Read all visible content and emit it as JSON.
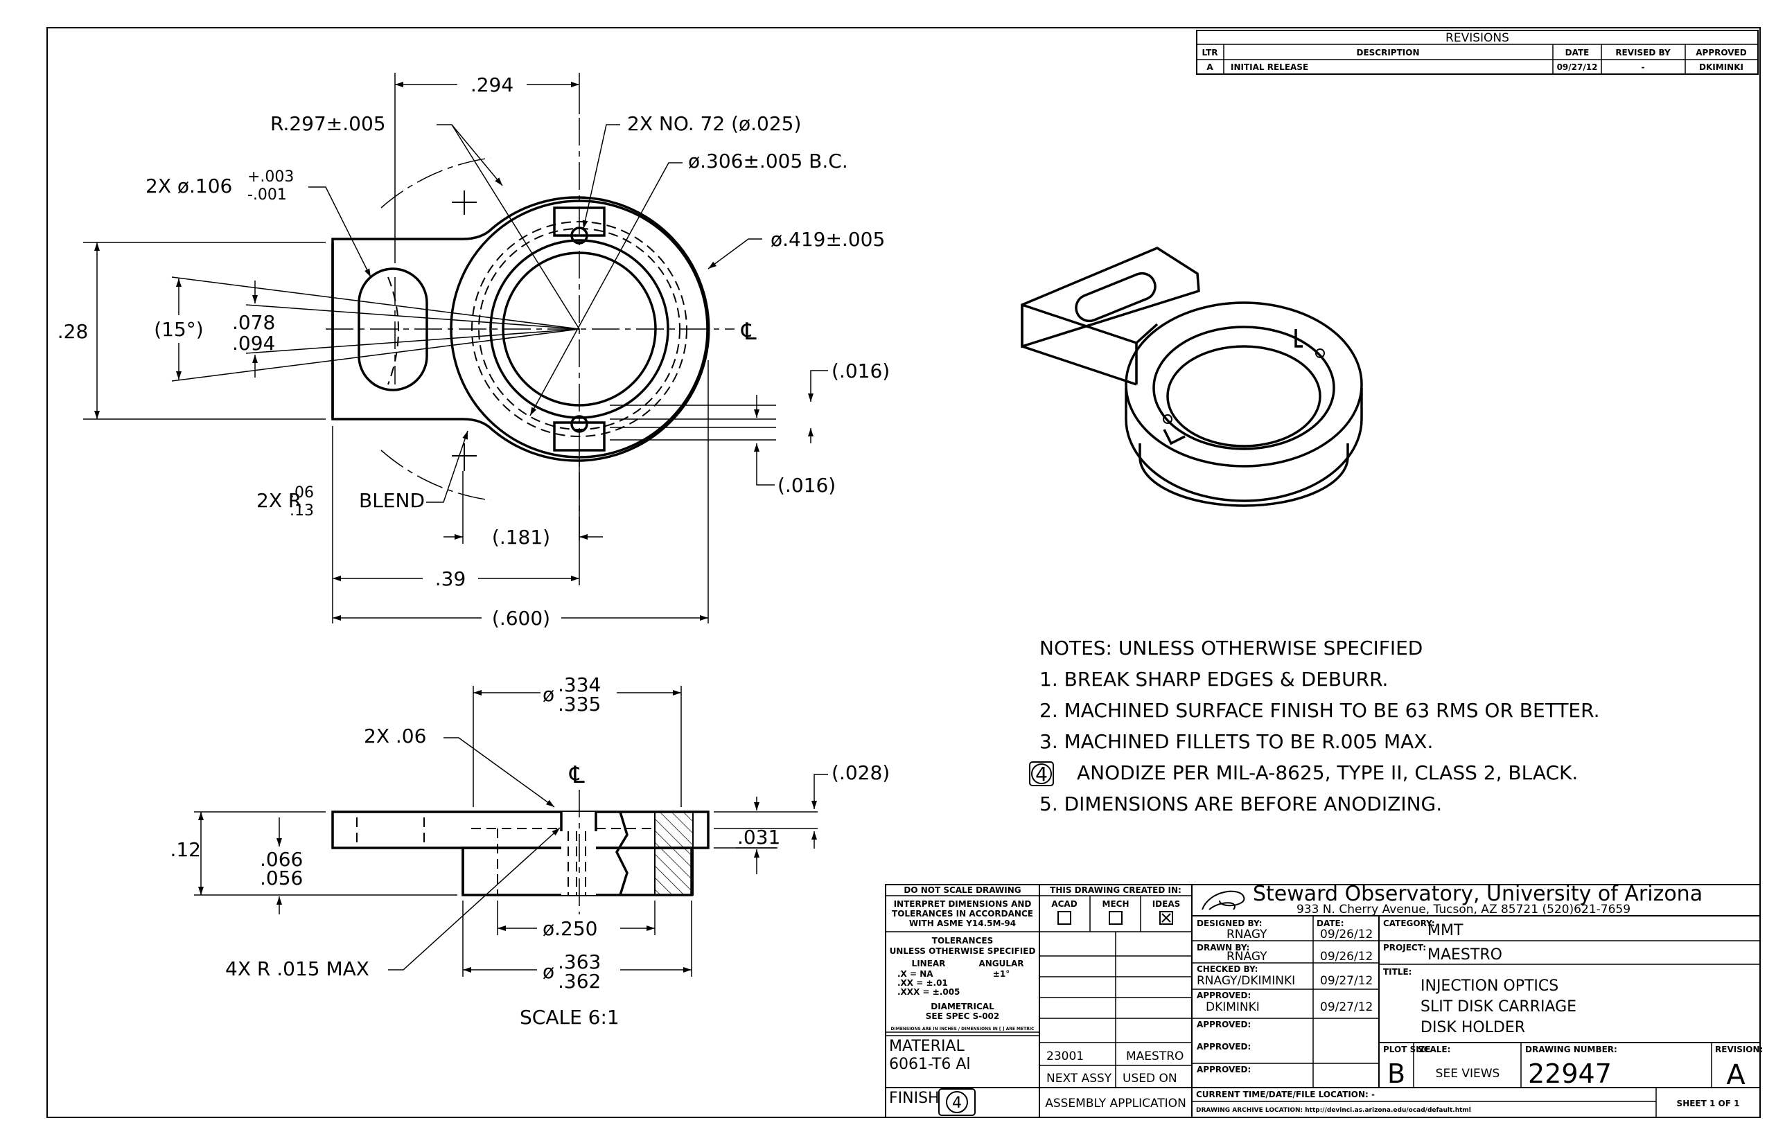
{
  "revisions": {
    "title": "REVISIONS",
    "headers": [
      "LTR",
      "DESCRIPTION",
      "DATE",
      "REVISED BY",
      "APPROVED"
    ],
    "rows": [
      [
        "A",
        "INITIAL RELEASE",
        "09/27/12",
        "-",
        "DKIMINKI"
      ]
    ]
  },
  "top_view": {
    "dims": {
      "d294": ".294",
      "r297": "R.297±.005",
      "no72": "2X NO. 72 (ø.025)",
      "dia106_prefix": "2X ø.106",
      "dia106_upper": "+.003",
      "dia106_lower": "-.001",
      "bc306": "ø.306±.005 B.C.",
      "dia419": "ø.419±.005",
      "d28": ".28",
      "ang15": "(15°)",
      "d078": ".078",
      "d094": ".094",
      "cl": "℄",
      "d016a": "(.016)",
      "d016b": "(.016)",
      "blend_prefix": "2X R",
      "blend_upper": ".06",
      "blend_lower": ".13",
      "blend_suffix": "BLEND",
      "d181": "(.181)",
      "d39": ".39",
      "d600": "(.600)"
    }
  },
  "side_view": {
    "dims": {
      "dia334_prefix": "ø",
      "dia334": ".334",
      "dia335": ".335",
      "d06": "2X .06",
      "cl": "℄",
      "d028": "(.028)",
      "d12": ".12",
      "d066": ".066",
      "d056": ".056",
      "d031": ".031",
      "dia250": "ø.250",
      "r015": "4X R .015 MAX",
      "dia363_prefix": "ø",
      "dia363": ".363",
      "dia362": ".362"
    },
    "scale": "SCALE 6:1"
  },
  "notes": {
    "header": "NOTES: UNLESS OTHERWISE SPECIFIED",
    "items": [
      "1. BREAK SHARP EDGES & DEBURR.",
      "2. MACHINED SURFACE FINISH TO BE 63 RMS OR BETTER.",
      "3. MACHINED FILLETS TO BE R.005 MAX.",
      "ANODIZE PER MIL-A-8625, TYPE II, CLASS 2, BLACK.",
      "5. DIMENSIONS ARE BEFORE ANODIZING."
    ],
    "flag_number": "4"
  },
  "title_block": {
    "do_not_scale": "DO NOT SCALE DRAWING",
    "interpret": [
      "INTERPRET DIMENSIONS AND",
      "TOLERANCES IN ACCORDANCE",
      "WITH ASME Y14.5M-94"
    ],
    "tolerances_title": "TOLERANCES",
    "unless": "UNLESS OTHERWISE SPECIFIED",
    "linear": "LINEAR",
    "angular": "ANGULAR",
    "tol_x": ".X   = NA",
    "tol_xx": ".XX  = ±.01",
    "tol_xxx": ".XXX = ±.005",
    "tol_ang": "±1°",
    "diametrical": "DIAMETRICAL",
    "see_spec": "SEE SPEC S-002",
    "units_note": "DIMENSIONS ARE IN INCHES / DIMENSIONS IN [ ] ARE METRIC",
    "material_label": "MATERIAL",
    "material": "6061-T6 Al",
    "finish_label": "FINISH",
    "finish_flag": "4",
    "created_in": "THIS DRAWING CREATED IN:",
    "cad": [
      "ACAD",
      "MECH",
      "IDEAS"
    ],
    "cad_checked": "IDEAS",
    "next_assy_val": "23001",
    "used_on_val": "MAESTRO",
    "next_assy": "NEXT ASSY",
    "used_on": "USED ON",
    "assembly_app": "ASSEMBLY APPLICATION",
    "org": "Steward Observatory, University of Arizona",
    "address": "933 N. Cherry Avenue, Tucson, AZ  85721   (520)621-7659",
    "designed_by_label": "DESIGNED BY:",
    "designed_by": "RNAGY",
    "date_label": "DATE:",
    "designed_date": "09/26/12",
    "drawn_by_label": "DRAWN BY:",
    "drawn_by": "RNAGY",
    "drawn_date": "09/26/12",
    "checked_by_label": "CHECKED BY:",
    "checked_by": "RNAGY/DKIMINKI",
    "checked_date": "09/27/12",
    "approved_label": "APPROVED:",
    "approved_by": "DKIMINKI",
    "approved_date": "09/27/12",
    "category_label": "CATEGORY:",
    "category": "MMT",
    "project_label": "PROJECT:",
    "project": "MAESTRO",
    "title_label": "TITLE:",
    "title_lines": [
      "INJECTION OPTICS",
      "SLIT DISK CARRIAGE",
      "DISK HOLDER"
    ],
    "plot_size_label": "PLOT SIZE",
    "plot_size": "B",
    "scale_label": "SCALE:",
    "scale": "SEE VIEWS",
    "dwg_no_label": "DRAWING NUMBER:",
    "dwg_no": "22947",
    "rev_label": "REVISION:",
    "rev": "A",
    "current_loc": "CURRENT TIME/DATE/FILE LOCATION: -",
    "archive_loc": "DRAWING ARCHIVE LOCATION: http://devinci.as.arizona.edu/ocad/default.html",
    "sheet": "SHEET 1  OF 1"
  }
}
